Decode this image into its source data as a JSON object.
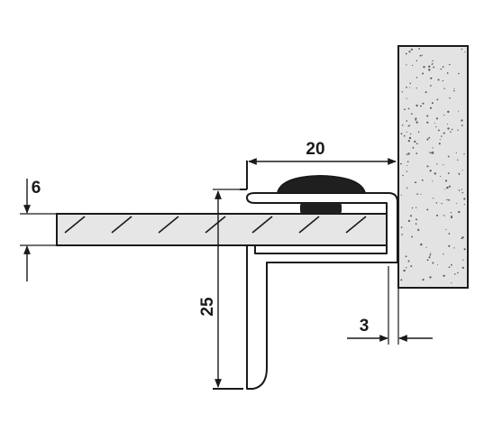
{
  "dimensions": {
    "width_label": "20",
    "thickness_label": "6",
    "height_label": "25",
    "gap_label": "3"
  },
  "colors": {
    "stroke": "#1a1a1a",
    "wall_fill": "#e3e3e3",
    "board_fill": "#e6e6e6",
    "profile_fill": "#ffffff",
    "seal_fill": "#1f1f1f"
  }
}
